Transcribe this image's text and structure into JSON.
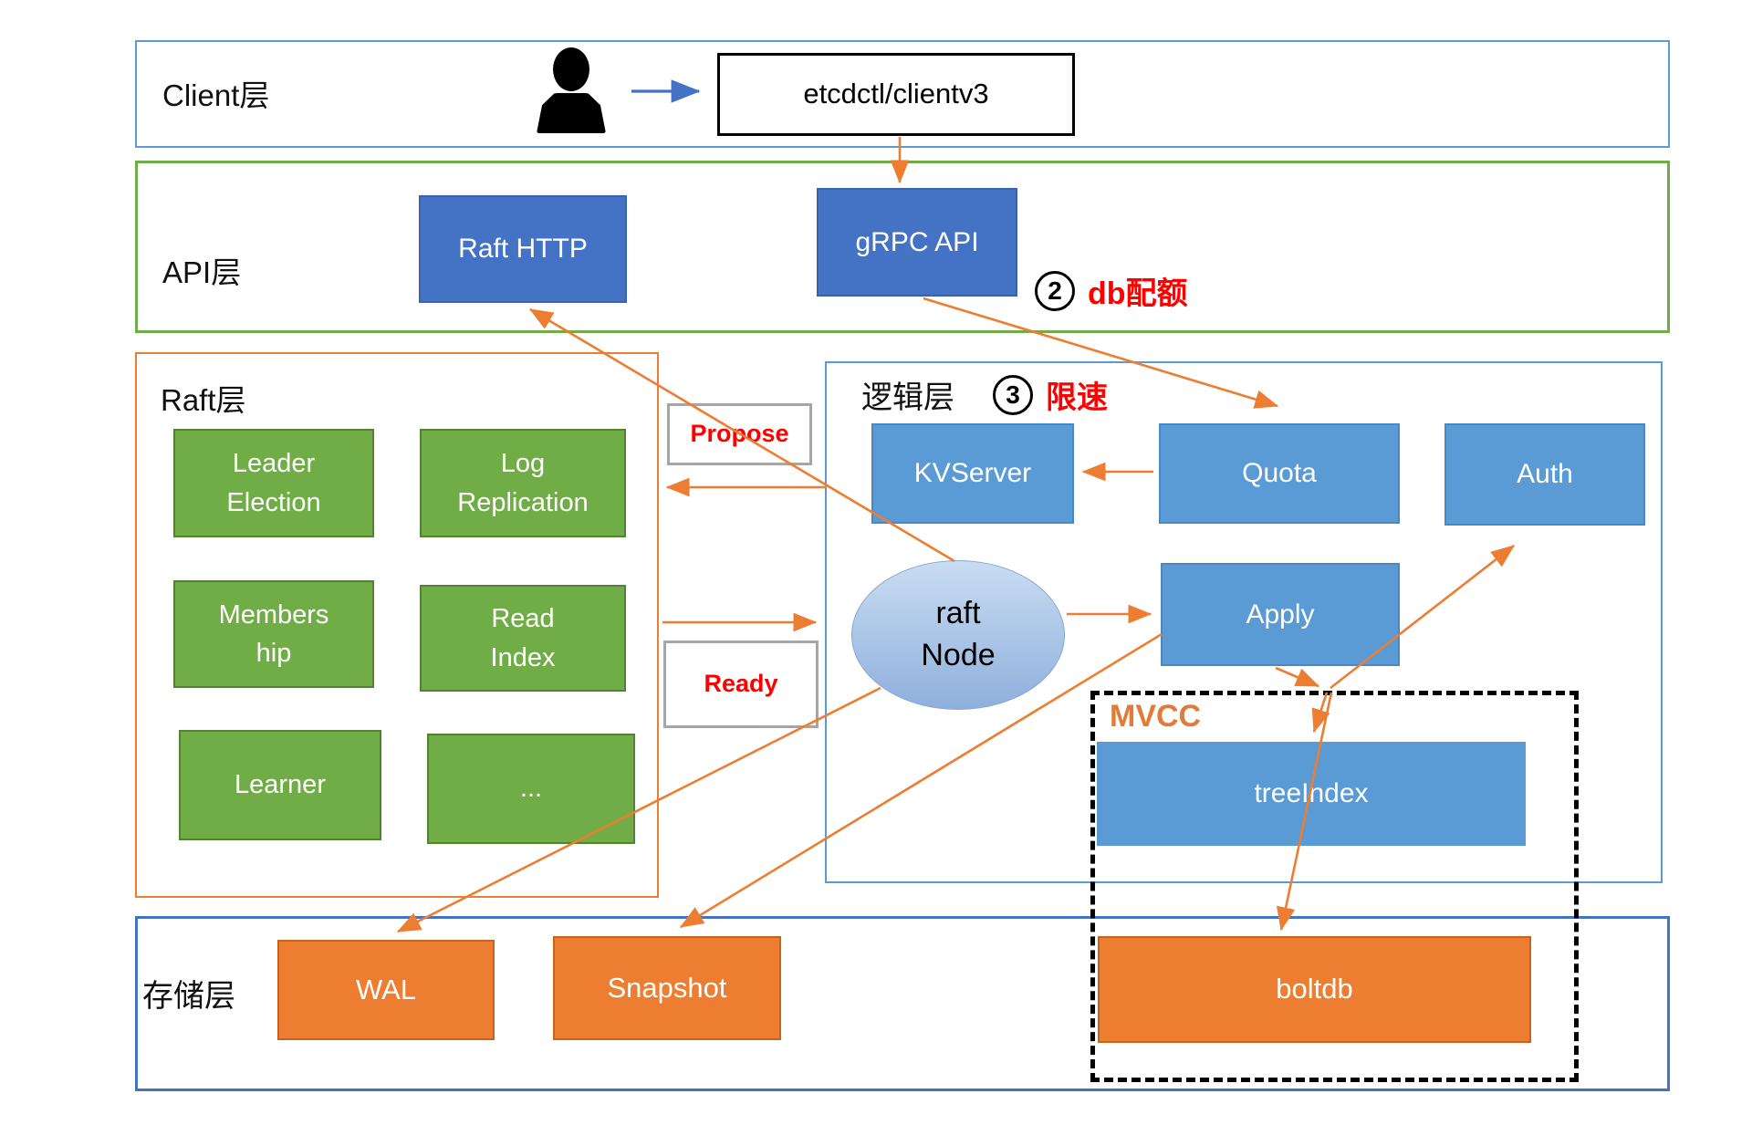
{
  "title": "etcd architecture diagram",
  "layers": {
    "client": {
      "label": "Client层"
    },
    "api": {
      "label": "API层"
    },
    "raft": {
      "label": "Raft层"
    },
    "logic": {
      "label": "逻辑层"
    },
    "storage": {
      "label": "存储层"
    }
  },
  "nodes": {
    "etcdctl": "etcdctl/clientv3",
    "raft_http": "Raft HTTP",
    "grpc_api": "gRPC API",
    "leader_election": "Leader\nElection",
    "log_replication": "Log\nReplication",
    "membership": "Members\nhip",
    "read_index": "Read\nIndex",
    "learner": "Learner",
    "more": "...",
    "kvserver": "KVServer",
    "quota": "Quota",
    "auth": "Auth",
    "raft_node": "raft\nNode",
    "apply": "Apply",
    "mvcc": "MVCC",
    "treeindex": "treeIndex",
    "wal": "WAL",
    "snapshot": "Snapshot",
    "boltdb": "boltdb"
  },
  "annotations": {
    "propose": "Propose",
    "ready": "Ready",
    "db_quota_num": "2",
    "db_quota": "db配额",
    "rate_limit_num": "3",
    "rate_limit": "限速"
  },
  "colors": {
    "dark_blue": "#4472C4",
    "light_blue": "#5B9BD5",
    "green": "#70AD47",
    "orange": "#ED7D31",
    "red": "#FF0000",
    "mvcc_orange": "#E07B39",
    "client_border": "#5B9BD5",
    "api_border": "#70AD47",
    "raft_border": "#ED7D31",
    "storage_border": "#4472C4"
  }
}
